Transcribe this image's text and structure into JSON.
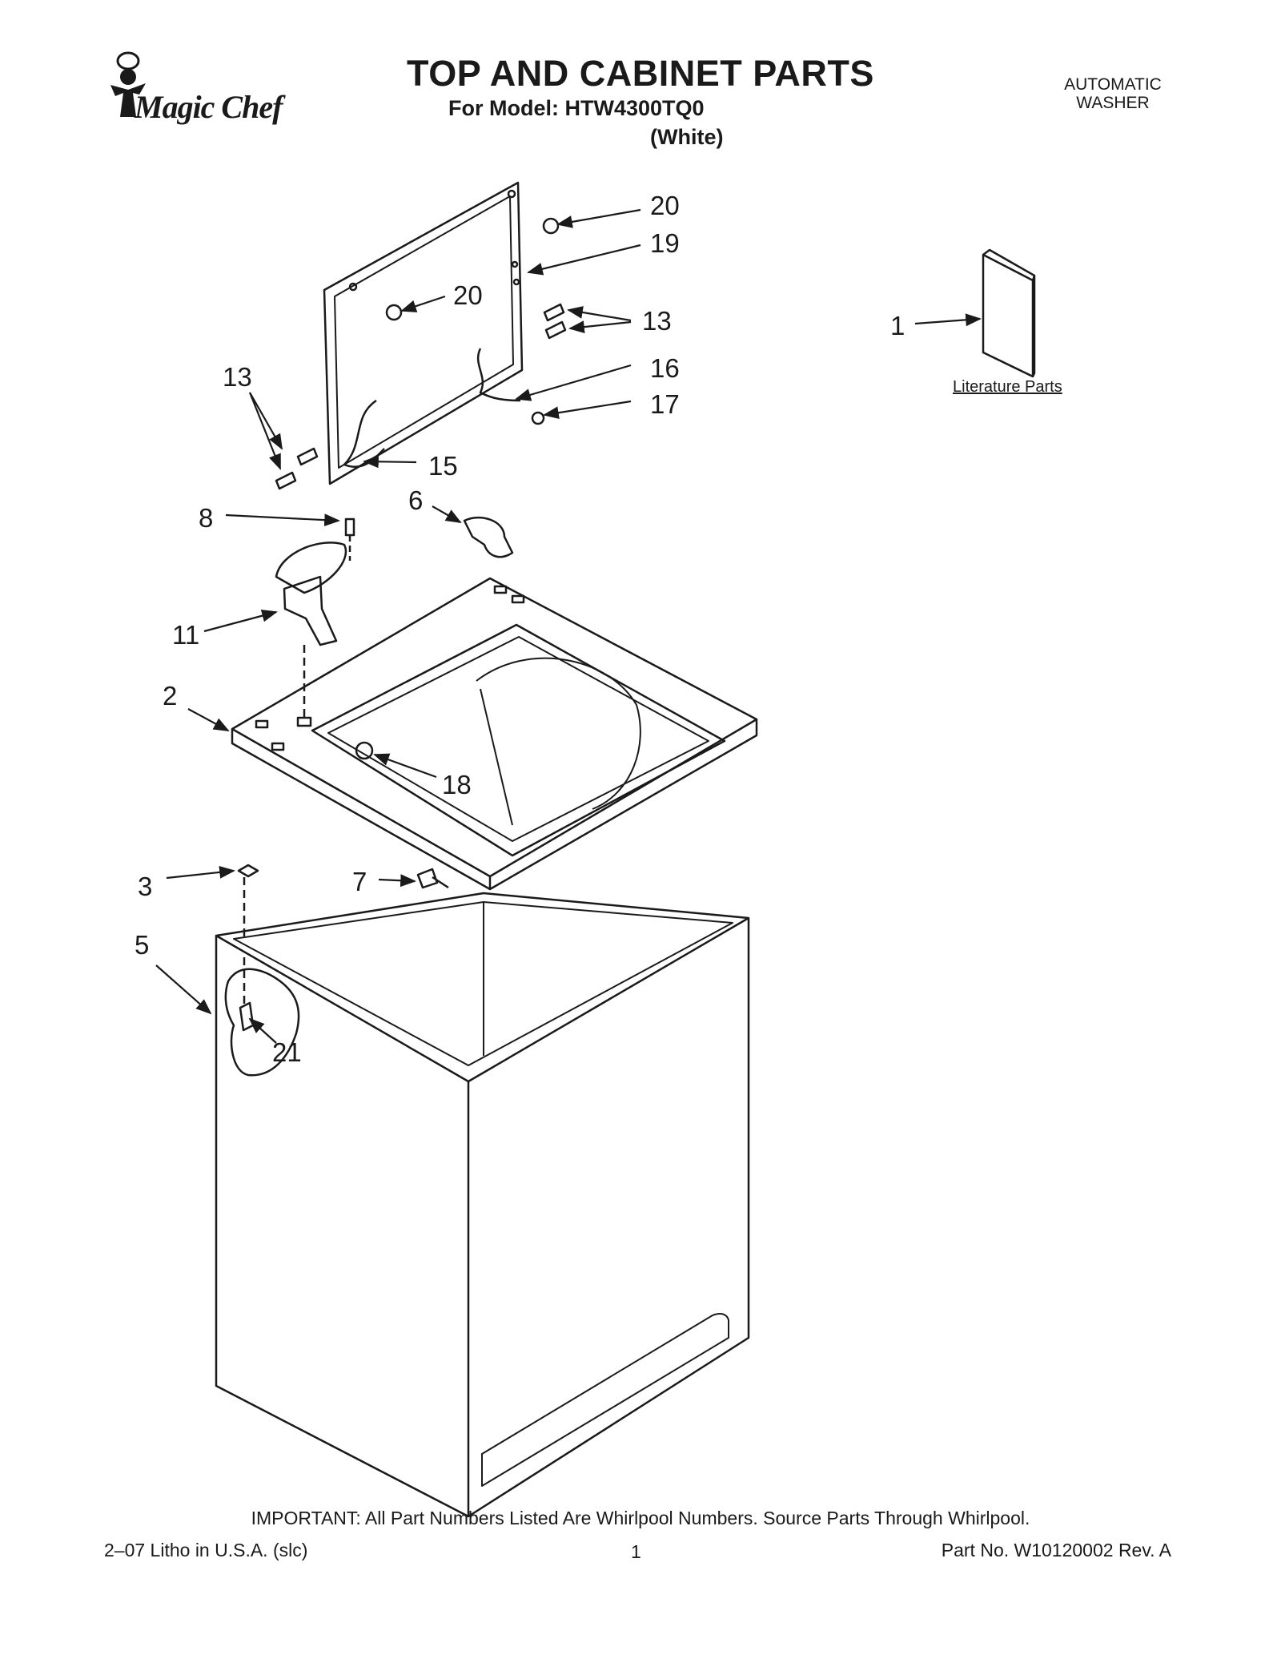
{
  "header": {
    "brand": "Magic Chef",
    "title": "TOP AND CABINET PARTS",
    "model_line": "For Model: HTW4300TQ0",
    "color_line": "(White)",
    "appliance_line1": "AUTOMATIC",
    "appliance_line2": "WASHER"
  },
  "literature": {
    "label": "Literature Parts"
  },
  "callouts": {
    "c1": "1",
    "c2": "2",
    "c3": "3",
    "c5": "5",
    "c6": "6",
    "c7": "7",
    "c8": "8",
    "c11": "11",
    "c13a": "13",
    "c13b": "13",
    "c15": "15",
    "c16": "16",
    "c17": "17",
    "c18": "18",
    "c19": "19",
    "c20a": "20",
    "c20b": "20",
    "c21": "21"
  },
  "footer": {
    "important": "IMPORTANT: All Part Numbers Listed Are Whirlpool Numbers. Source Parts Through Whirlpool.",
    "litho": "2–07 Litho in U.S.A. (slc)",
    "page": "1",
    "part_no": "Part No. W10120002 Rev. A"
  }
}
